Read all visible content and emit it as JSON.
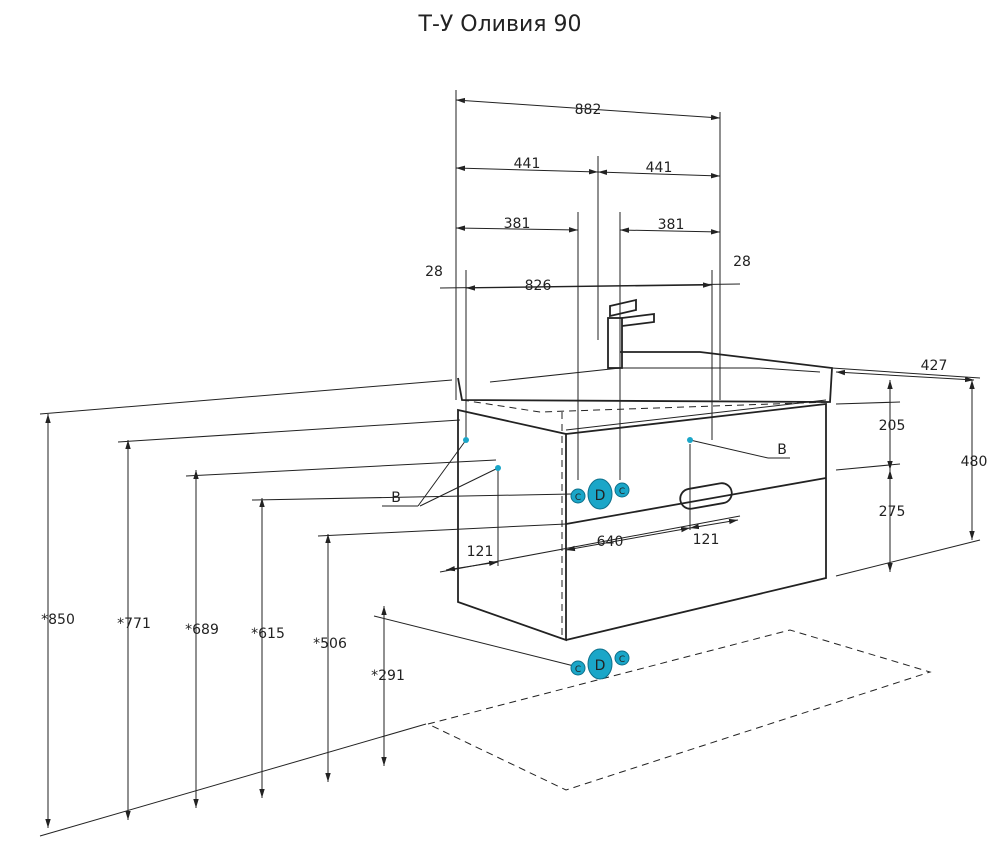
{
  "title": "Т-У Оливия 90",
  "colors": {
    "line": "#222222",
    "accent": "#1aa6c8",
    "accent_dark": "#0d6f8a"
  },
  "icons": [
    "connection-c-icon",
    "connection-d-icon",
    "connection-c-icon"
  ],
  "dimensions": {
    "overall_width": "882",
    "half_left": "441",
    "half_right": "441",
    "pipe_left": "381",
    "pipe_right": "381",
    "inner_width": "826",
    "margin_left": "28",
    "margin_right": "28",
    "depth": "427",
    "total_height": "480",
    "top_drawer": "205",
    "bottom_drawer": "275",
    "offset_left": "121",
    "drawer_width": "640",
    "offset_right": "121",
    "h850": "*850",
    "h771": "*771",
    "h689": "*689",
    "h615": "*615",
    "h506": "*506",
    "h291": "*291"
  },
  "labels": {
    "b_left": "B",
    "b_right": "B",
    "c": "C",
    "d": "D"
  }
}
